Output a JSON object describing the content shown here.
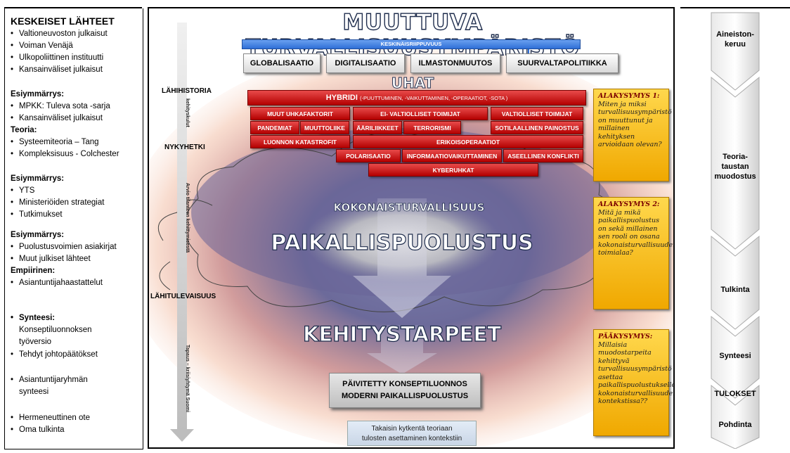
{
  "left": {
    "title": "KESKEISET LÄHTEET",
    "block1": [
      "Valtioneuvoston julkaisut",
      "Voiman Venäjä",
      "Ulkopoliittinen instituutti",
      "Kansainväliset julkaisut"
    ],
    "heading2": "Esiymmärrys:",
    "block2": [
      "MPKK: Tuleva sota -sarja",
      "Kansainväliset julkaisut"
    ],
    "heading3": "Teoria:",
    "block3": [
      "Systeemiteoria – Tang",
      "Kompleksisuus - Colchester"
    ],
    "heading4": "Esiymmärrys:",
    "block4": [
      "YTS",
      "Ministeriöiden strategiat",
      "Tutkimukset"
    ],
    "heading5": "Esiymmärrys:",
    "block5": [
      "Puolustusvoimien asiakirjat",
      "Muut julkiset lähteet"
    ],
    "heading6": "Empiirinen:",
    "block6": [
      "Asiantuntijahaastattelut"
    ],
    "synteesi_label": "Synteesi:",
    "synteesi_lines": [
      "Konseptiluonnoksen",
      "työversio"
    ],
    "block7": [
      "Tehdyt johtopäätökset"
    ],
    "block8_lines": [
      "Asiantuntijaryhmän",
      "synteesi"
    ],
    "block9": [
      "Hermeneuttinen ote",
      "Oma tulkinta"
    ]
  },
  "main": {
    "title": "MUUTTUVA TURVALLISUUSYMPÄRISTÖ",
    "interdependence": "KESKINÄISRIIPPUVUUS",
    "drivers": [
      "GLOBALISAATIO",
      "DIGITALISAATIO",
      "ILMASTONMUUTOS",
      "SUURVALTAPOLITIIKKA"
    ],
    "threats_title": "UHAT",
    "hybrid": "HYBRIDI",
    "hybrid_sub": "(-PUUTTUMINEN, -VAIKUTTAMINEN, -OPERAATIOT, -SOTA )",
    "threats": {
      "muut": "MUUT UHKAFAKTORIT",
      "ei_valtiolliset": "EI- VALTIOLLISET TOIMIJAT",
      "valtiolliset": "VALTIOLLISET TOIMIJAT",
      "pandemiat": "PANDEMIAT",
      "muuttoliike": "MUUTTOLIIKE",
      "aariliikkeet": "ÄÄRILIIKKEET",
      "terrorismi": "TERRORISMI",
      "sotilaallinen": "SOTILAALLINEN PAINOSTUS",
      "luonnon": "LUONNON KATASTROFIT",
      "erikois": "ERIKOISOPERAATIOT",
      "polarisaatio": "POLARISAATIO",
      "informaatio": "INFORMAATIOVAIKUTTAMINEN",
      "aseellinen": "ASEELLINEN KONFLIKTI",
      "kyber": "KYBERUHKAT"
    },
    "timeline": {
      "lahihistoria": "LÄHIHISTORIA",
      "nykyhetki": "NYKYHETKI",
      "lahitulevaisuus": "LÄHITULEVAISUUS",
      "v1": "kehityskulut",
      "v2": "Arvio tilanteen kehittymisestä",
      "v3": "Tapaus – kriisiyhtymä Suomi"
    },
    "kokonais": "KOKONAISTURVALLISUUS",
    "paikallis": "PAIKALLISPUOLUSTUS",
    "kehitys": "KEHITYSTARPEET",
    "result_lines": [
      "PÄIVITETTY KONSEPTILUONNOS",
      "MODERNI PAIKALLISPUOLUSTUS"
    ],
    "feedback_lines": [
      "Takaisin kytkentä teoriaan",
      "tulosten asettaminen kontekstiin"
    ],
    "q1_title": "ALAKYSYMYS 1:",
    "q1_text": "Miten ja miksi turvallisuusympäristö on muuttunut ja millainen kehityksen arvioidaan olevan?",
    "q2_title": "ALAKYSYMYS 2:",
    "q2_text": "Mitä ja mikä paikallispuolustus on sekä millainen sen rooli on osana kokonaisturvallisuuden toimialaa?",
    "q3_title": "PÄÄKYSYMYS:",
    "q3_text": "Millaisia muodostarpeita kehittyvä turvallisuusympäristö asettaa paikallispuolustukselle kokonaisturvallisuuden kontekstissa??"
  },
  "right": {
    "steps": [
      "Aineiston-keruu",
      "Teoria-taustan muodostus",
      "Tulkinta",
      "Synteesi",
      "TULOKSET",
      "Pohdinta"
    ]
  },
  "colors": {
    "threat_red": "#c00000",
    "question_yellow": "#f5b800",
    "title_outline": "#1e2c4c",
    "arrow_blue": "#2f6fd6"
  }
}
